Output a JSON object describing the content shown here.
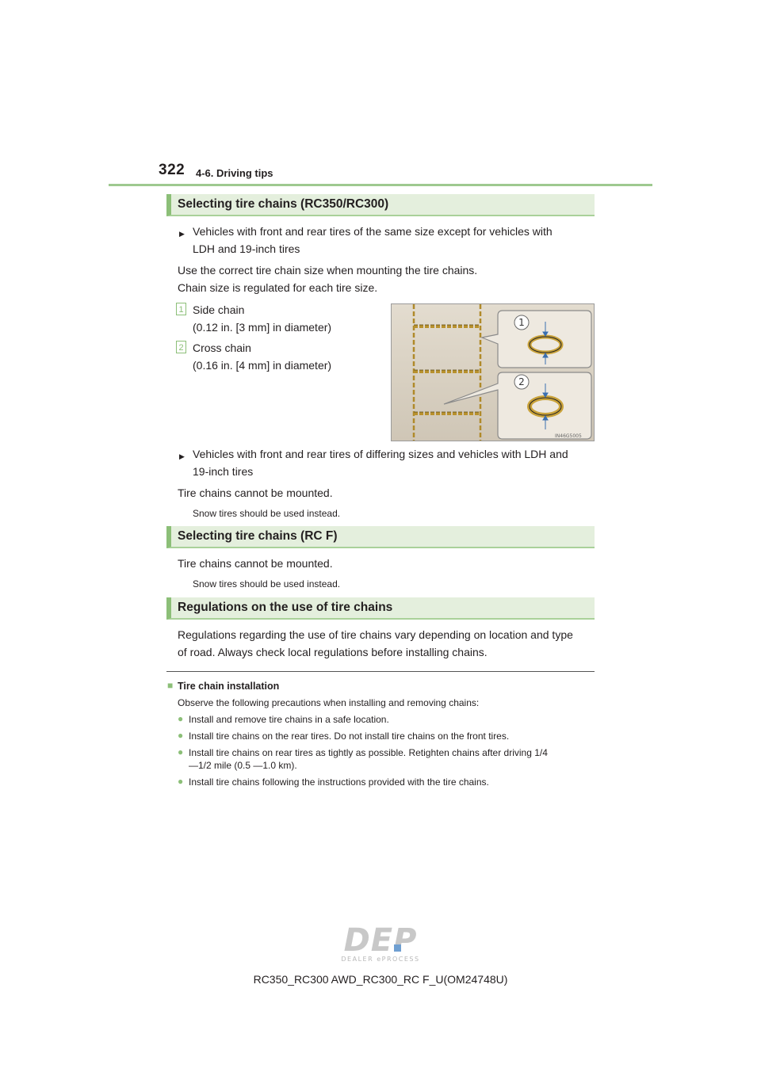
{
  "header": {
    "page_number": "322",
    "section": "4-6. Driving tips"
  },
  "section1": {
    "title": "Selecting tire chains (RC350/RC300)",
    "case1": "Vehicles with front and rear tires of the same size except for vehicles with LDH and 19-inch tires",
    "case1_line1": "Vehicles with front and rear tires of the same size except for vehicles with",
    "case1_line2": "LDH and 19-inch tires",
    "intro_line1": "Use the correct tire chain size when mounting the tire chains.",
    "intro_line2": "Chain size is regulated for each tire size.",
    "items": [
      {
        "num": "1",
        "name": "Side chain",
        "spec": "(0.12 in. [3 mm] in diameter)"
      },
      {
        "num": "2",
        "name": "Cross chain",
        "spec": "(0.16 in. [4 mm] in diameter)"
      }
    ],
    "illustration": {
      "callouts": [
        "1",
        "2"
      ],
      "code": "IN46G5005"
    },
    "case2_line1": "Vehicles with front and rear tires of differing sizes and vehicles with LDH and",
    "case2_line2": "19-inch tires",
    "case2_text": "Tire chains cannot be mounted.",
    "case2_note": "Snow tires should be used instead."
  },
  "section2": {
    "title": "Selecting tire chains (RC F)",
    "text": "Tire chains cannot be mounted.",
    "note": "Snow tires should be used instead."
  },
  "section3": {
    "title": "Regulations on the use of tire chains",
    "line1": "Regulations regarding the use of tire chains vary depending on location and type",
    "line2": "of road. Always check local regulations before installing chains."
  },
  "notes": {
    "heading": "Tire chain installation",
    "intro": "Observe the following precautions when installing and removing chains:",
    "bullets": [
      "Install and remove tire chains in a safe location.",
      "Install tire chains on the rear tires. Do not install tire chains on the front tires.",
      "Install tire chains on rear tires as tightly as possible. Retighten chains after driving 1/4",
      "—1/2 mile (0.5 —1.0 km).",
      "Install tire chains following the instructions provided with the tire chains."
    ]
  },
  "logo": {
    "letters": "DEP",
    "tagline": "DEALER ePROCESS"
  },
  "footer": {
    "code": "RC350_RC300 AWD_RC300_RC F_U(OM24748U)"
  },
  "colors": {
    "accent_green": "#8cbf78",
    "header_fill": "#e4efdd",
    "chain_gold": "#c9a23a"
  }
}
